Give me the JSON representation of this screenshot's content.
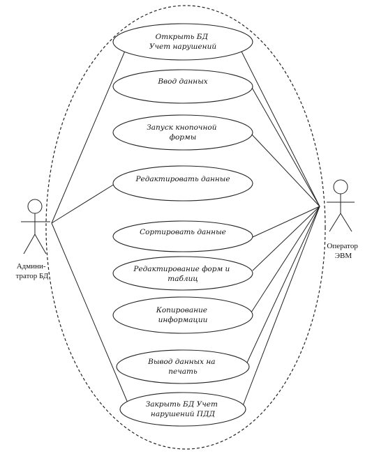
{
  "actors": {
    "admin": {
      "lines": [
        "Админи-",
        "тратор БД"
      ]
    },
    "operator": {
      "lines": [
        "Оператор",
        "ЭВМ"
      ]
    }
  },
  "use_cases": [
    {
      "id": "open-db",
      "lines": [
        "Открыть БД",
        "Учет нарушений"
      ]
    },
    {
      "id": "data-entry",
      "lines": [
        "Ввод данных"
      ]
    },
    {
      "id": "launch-form",
      "lines": [
        "Запуск кнопочной",
        "формы"
      ]
    },
    {
      "id": "edit-data",
      "lines": [
        "Редактировать данные"
      ]
    },
    {
      "id": "sort-data",
      "lines": [
        "Сортировать данные"
      ]
    },
    {
      "id": "edit-forms",
      "lines": [
        "Редактирование форм и",
        "таблиц"
      ]
    },
    {
      "id": "copy-info",
      "lines": [
        "Копирование",
        "информации"
      ]
    },
    {
      "id": "print-data",
      "lines": [
        "Вывод данных на",
        "печать"
      ]
    },
    {
      "id": "close-db",
      "lines": [
        "Закрыть БД Учет",
        "нарушений ПДД"
      ]
    }
  ]
}
